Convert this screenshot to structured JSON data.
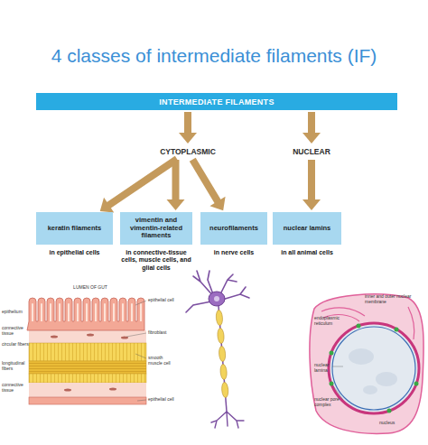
{
  "diagram": {
    "title": "4 classes of intermediate filaments (IF)",
    "nodes": [
      {
        "text": [
          "INTERMEDIATE FILAMENTS"
        ]
      },
      {
        "text": [
          "CYTOPLASMIC"
        ]
      },
      {
        "text": [
          "NUCLEAR"
        ]
      },
      {
        "text": [
          "keratin filaments",
          "in epithelial cells"
        ]
      },
      {
        "text": [
          "vimentin and vimentin-related filaments",
          "in connective-tissue cells, muscle cells, and glial cells"
        ]
      },
      {
        "text": [
          "neurofilaments",
          "in nerve cells"
        ]
      },
      {
        "text": [
          "nuclear lamins",
          "in all animal cells"
        ]
      }
    ],
    "edges": [
      {
        "from": 0,
        "to": 1,
        "arrow": "to"
      },
      {
        "from": 0,
        "to": 2,
        "arrow": "to"
      },
      {
        "from": 1,
        "to": 3,
        "arrow": "to"
      },
      {
        "from": 1,
        "to": 4,
        "arrow": "to"
      },
      {
        "from": 1,
        "to": 5,
        "arrow": "to"
      },
      {
        "from": 2,
        "to": 6,
        "arrow": "to"
      }
    ],
    "labels": [
      "LUMEN OF GUT",
      "epithelial cell",
      "epithelium",
      "connective tissue",
      "fibroblast",
      "circular fibers",
      "smooth muscle cell",
      "longitudinal fibers",
      "connective tissue",
      "epithelial cell",
      "inner and outer nuclear membrane",
      "endoplasmic reticulum",
      "nuclear lamina",
      "nuclear pore complex",
      "nucleus"
    ]
  }
}
